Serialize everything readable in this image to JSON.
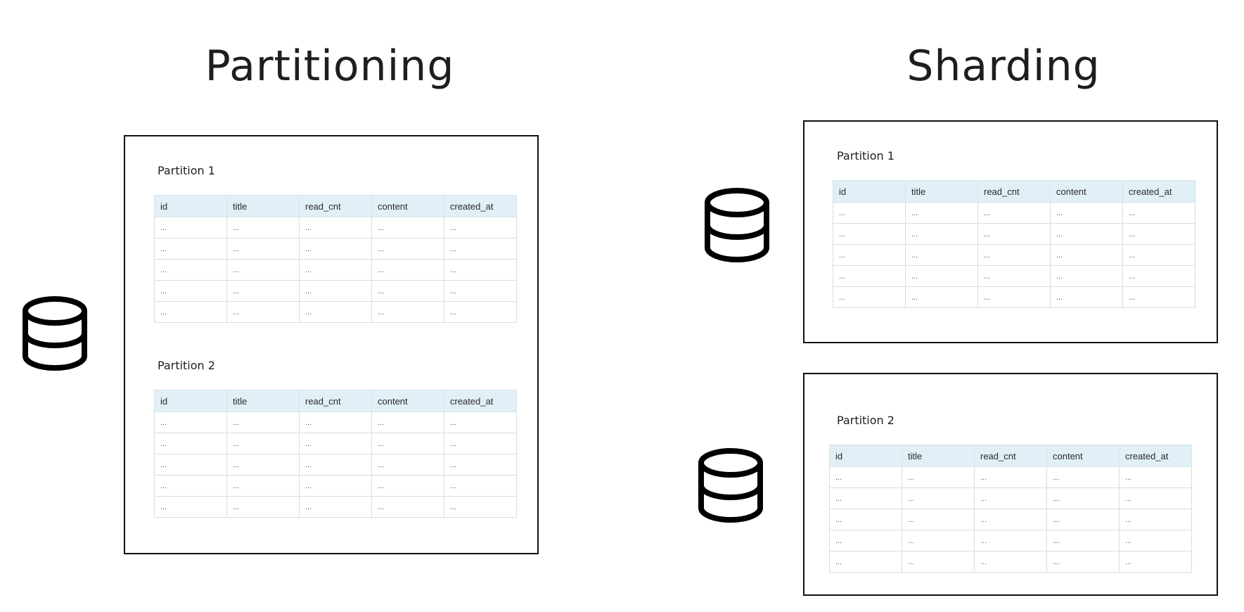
{
  "titles": {
    "partitioning": "Partitioning",
    "sharding": "Sharding"
  },
  "columns": [
    "id",
    "title",
    "read_cnt",
    "content",
    "created_at"
  ],
  "row_placeholder": "...",
  "row_count": 5,
  "partitioning": {
    "partition_1_label": "Partition 1",
    "partition_2_label": "Partition 2",
    "database_icon": "database-icon"
  },
  "sharding": {
    "shard_1": {
      "partition_label": "Partition 1",
      "database_icon": "database-icon"
    },
    "shard_2": {
      "partition_label": "Partition 2",
      "database_icon": "database-icon"
    }
  },
  "colors": {
    "header_bg": "#e1eff6",
    "frame_border": "#111111",
    "text": "#1e1e1e"
  }
}
